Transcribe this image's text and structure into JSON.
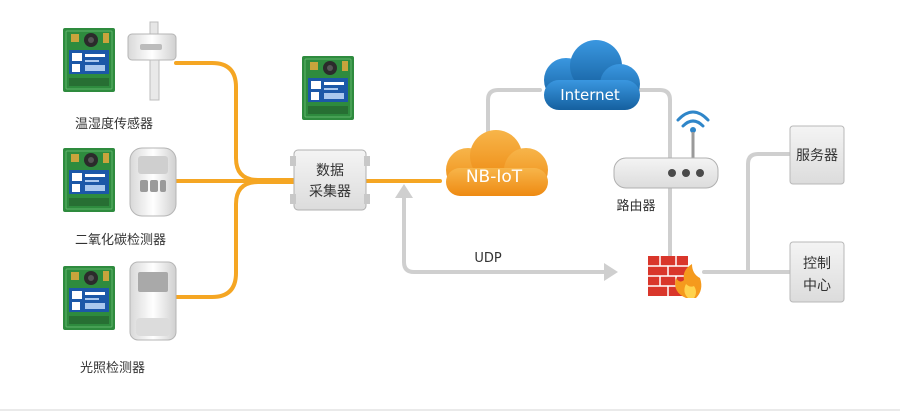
{
  "sensors": [
    {
      "label": "温湿度传感器"
    },
    {
      "label": "二氧化碳检测器"
    },
    {
      "label": "光照检测器"
    }
  ],
  "collector": {
    "line1": "数据",
    "line2": "采集器"
  },
  "clouds": {
    "nbiot": "NB-IoT",
    "internet": "Internet"
  },
  "router": {
    "label": "路由器"
  },
  "protocol": {
    "label": "UDP"
  },
  "server": {
    "label": "服务器"
  },
  "control": {
    "line1": "控制",
    "line2": "中心"
  },
  "colors": {
    "orange_line": "#f5a623",
    "gray_line": "#cfcfcf",
    "nbiot_cloud": "#f39a1e",
    "internet_cloud": "#1f78c8",
    "pcb": "#2e8b3e",
    "firewall": "#d9362b"
  },
  "icons": [
    "pcb-module-icon",
    "temp-humidity-probe-icon",
    "co2-meter-icon",
    "light-meter-icon",
    "collector-box-icon",
    "router-icon",
    "wifi-icon",
    "firewall-icon"
  ]
}
